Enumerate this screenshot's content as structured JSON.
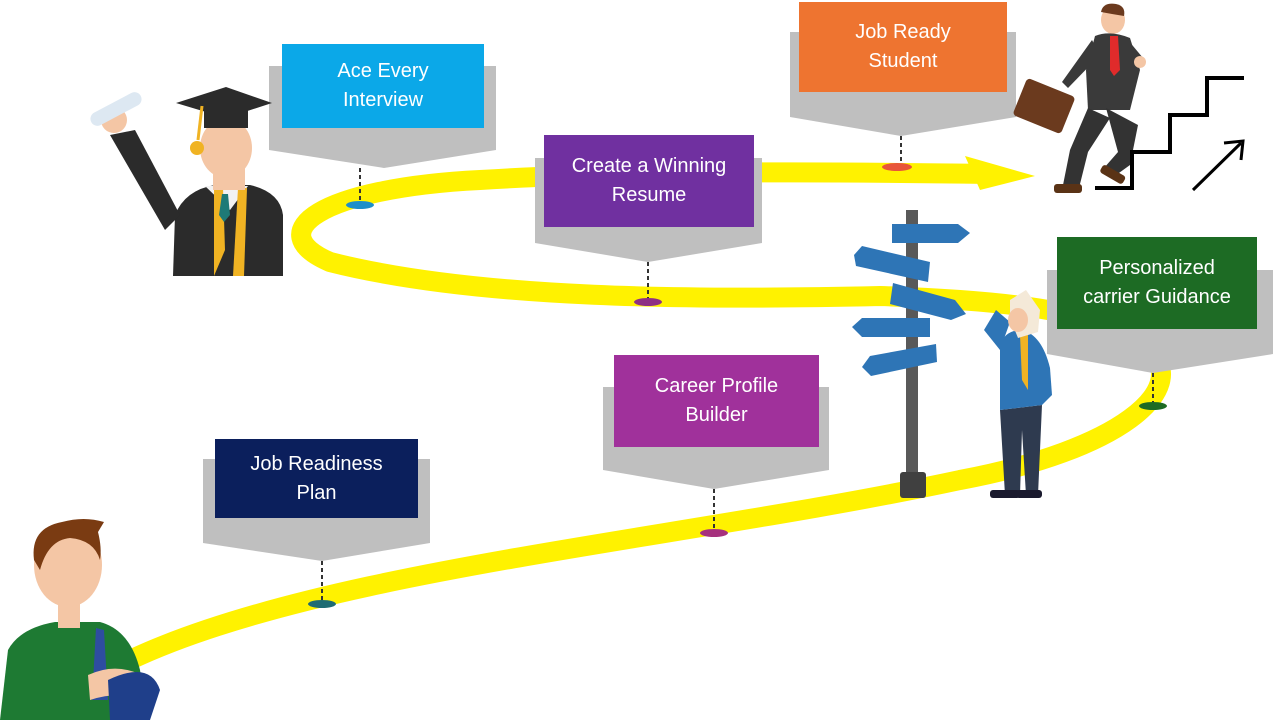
{
  "milestones": [
    {
      "id": "job-readiness-plan",
      "text": "Job Readiness\nPlan",
      "color": "#0B1F5C",
      "pin_color": "#1E6B73"
    },
    {
      "id": "career-profile-builder",
      "text": "Career Profile\nBuilder",
      "color": "#A0319B",
      "pin_color": "#A6317E"
    },
    {
      "id": "personalized-guidance",
      "text": "Personalized\ncarrier Guidance",
      "color": "#1D6B24",
      "pin_color": "#1D6B24"
    },
    {
      "id": "create-resume",
      "text": "Create a Winning\nResume",
      "color": "#7030A0",
      "pin_color": "#8E2F84"
    },
    {
      "id": "ace-interview",
      "text": "Ace Every\nInterview",
      "color": "#0BA8E8",
      "pin_color": "#1D8FC9"
    },
    {
      "id": "job-ready-student",
      "text": "Job Ready\nStudent",
      "color": "#EE7430",
      "pin_color": "#E8563A"
    }
  ],
  "colors": {
    "road": "#FFF200",
    "panel_gray": "#BFBFBF",
    "signpost_blue": "#2E75B6",
    "signpost_pole": "#595959"
  },
  "icons": [
    "student-icon",
    "graduate-icon",
    "signpost-icon",
    "confused-man-icon",
    "businessman-icon",
    "stairs-icon",
    "arrow-up-right-icon"
  ]
}
